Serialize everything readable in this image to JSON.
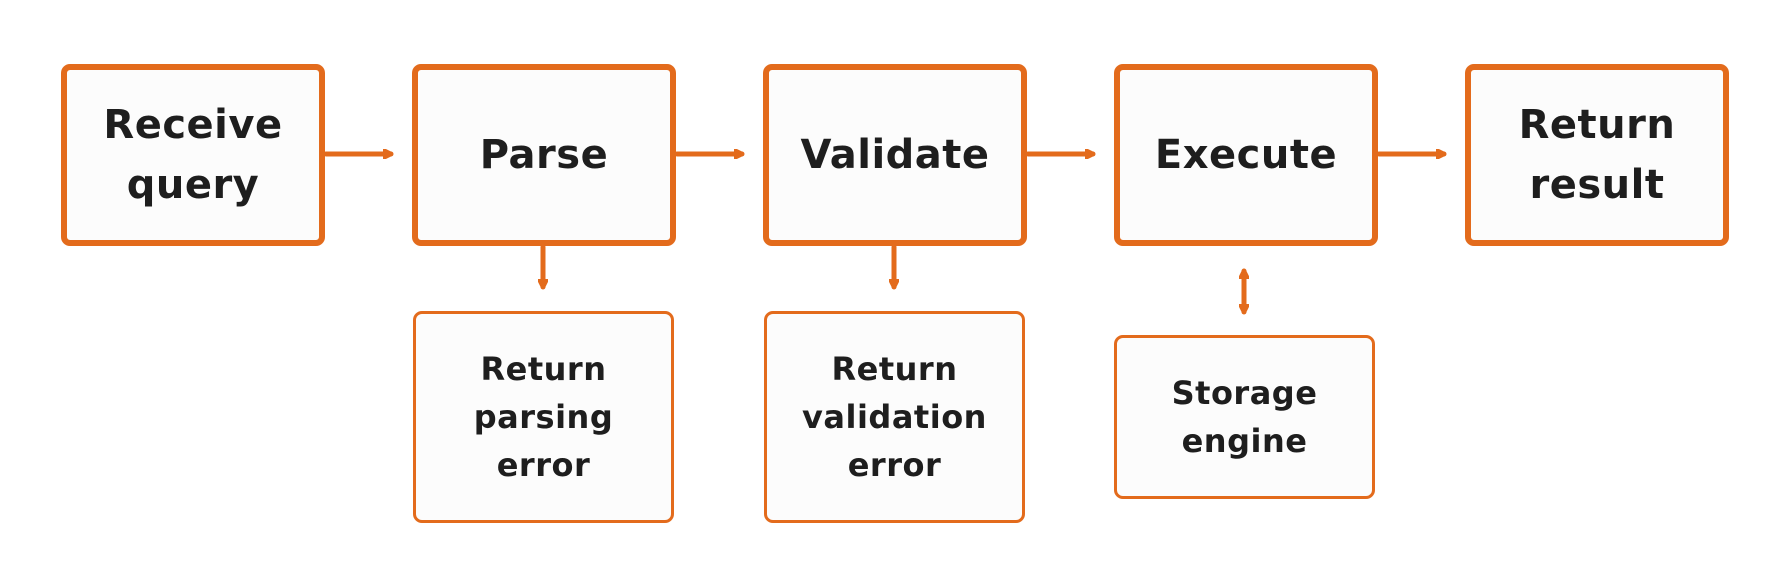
{
  "colors": {
    "accent": "#e36b1c",
    "text": "#1e1e1e",
    "box_fill": "#fcfcfc"
  },
  "flow": {
    "receive": "Receive\nquery",
    "parse": "Parse",
    "validate": "Validate",
    "execute": "Execute",
    "return_result": "Return\nresult"
  },
  "errors": {
    "parsing": "Return\nparsing\nerror",
    "validation": "Return\nvalidation\nerror"
  },
  "storage": {
    "label": "Storage\nengine"
  }
}
